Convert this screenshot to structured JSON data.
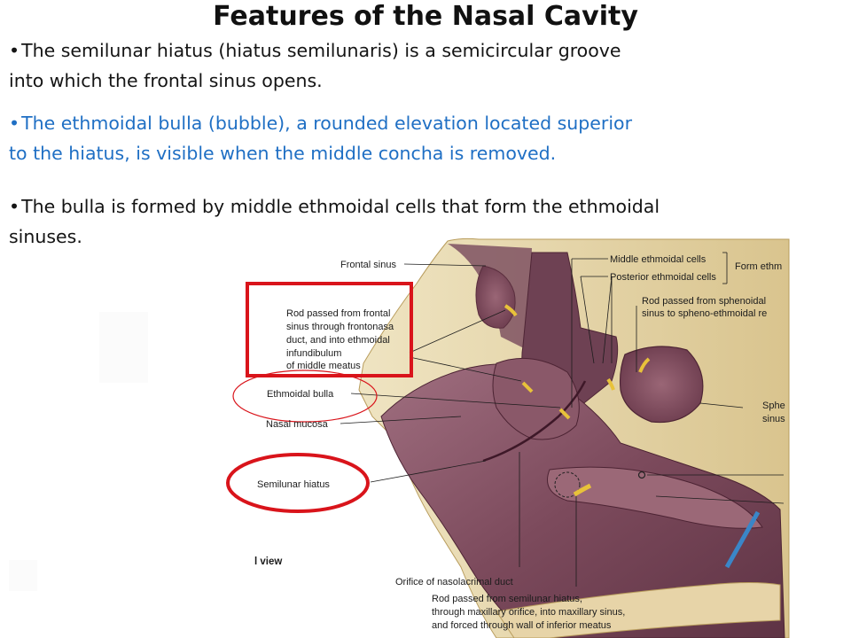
{
  "title": "Features of the Nasal Cavity",
  "bullets": [
    {
      "marker": "•",
      "line1": "The semilunar hiatus (hiatus semilunaris) is a semicircular groove",
      "line2": "into which the frontal sinus opens."
    },
    {
      "marker": "•",
      "line1": "The ethmoidal bulla (bubble), a rounded elevation located superior",
      "line2": "to the hiatus, is visible when the middle concha is removed."
    },
    {
      "marker": "•",
      "line1": "The bulla is formed by middle ethmoidal cells that form the ethmoidal",
      "line2": "sinuses."
    }
  ],
  "colors": {
    "text": "#141414",
    "accent_text": "#1f6fc4",
    "highlight": "#d9141b",
    "tissue": "#8a5a6a",
    "bone": "#e8d9b0"
  },
  "figure": {
    "labels": {
      "frontal_sinus": "Frontal sinus",
      "middle_ethmoidal": "Middle ethmoidal cells",
      "posterior_ethmoidal": "Posterior ethmoidal cells",
      "form_ethm": "Form ethm",
      "rod_sphenoidal_1": "Rod passed from sphenoidal",
      "rod_sphenoidal_2": "sinus to spheno-ethmoidal re",
      "rod_frontal_1": "Rod passed from frontal",
      "rod_frontal_2": "sinus through frontonasa",
      "rod_frontal_3": "duct, and into ethmoidal",
      "rod_frontal_4": "infundibulum",
      "rod_frontal_5": "of middle meatus",
      "ethmoidal_bulla": "Ethmoidal bulla",
      "nasal_mucosa": "Nasal mucosa",
      "sphe": "Sphe",
      "sinus": "sinus",
      "semilunar_hiatus": "Semilunar hiatus",
      "view": "l view",
      "orifice": "Orifice of nasolacrimal duct",
      "rod_semilunar_1": "Rod passed from semilunar hiatus,",
      "rod_semilunar_2": "through maxillary orifice, into maxillary sinus,",
      "rod_semilunar_3": "and forced through wall of inferior meatus"
    }
  }
}
